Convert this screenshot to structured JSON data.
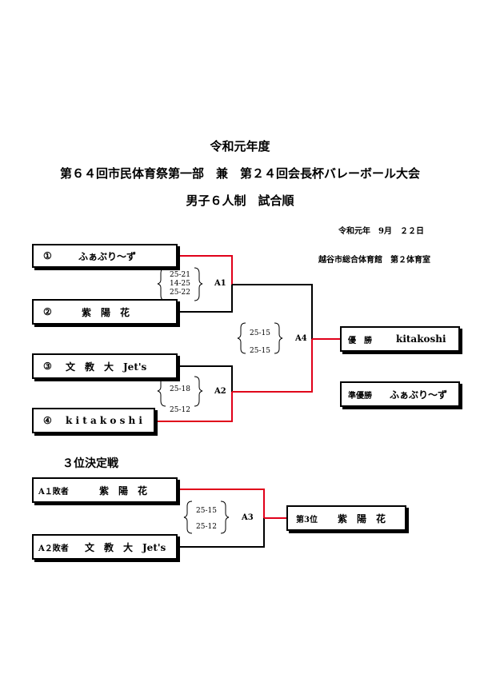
{
  "header": {
    "line1": "令和元年度",
    "line2": "第６４回市民体育祭第一部　兼　第２４回会長杯バレーボール大会",
    "line3": "男子６人制　試合順",
    "date": "令和元年　9月　２２日",
    "venue": "越谷市総合体育館　第２体育室"
  },
  "teams": [
    {
      "num": "①",
      "name": "ふぁぶり～ず"
    },
    {
      "num": "②",
      "name": "紫　陽　花"
    },
    {
      "num": "③",
      "name": "文　教　大　Jet's"
    },
    {
      "num": "④",
      "name": "k i t a k o s h i"
    }
  ],
  "matches": {
    "a1": {
      "label": "A1",
      "scores": [
        "25-21",
        "14-25",
        "25-22"
      ]
    },
    "a2": {
      "label": "A2",
      "scores": [
        "25-18",
        "25-12"
      ]
    },
    "a4": {
      "label": "A4",
      "scores": [
        "25-15",
        "25-15"
      ]
    },
    "a3": {
      "label": "A3",
      "scores": [
        "25-15",
        "25-12"
      ]
    }
  },
  "results": {
    "champion_label": "優　勝",
    "champion": "kitakoshi",
    "runner_up_label": "準優勝",
    "runner_up": "ふぁぶり～ず"
  },
  "third_place": {
    "title": "３位決定戦",
    "a1_loser_label": "A１敗者",
    "a1_loser": "紫　陽　花",
    "a2_loser_label": "A２敗者",
    "a2_loser": "文　教　大　Jet's",
    "winner_label": "第3位",
    "winner": "紫　陽　花"
  },
  "colors": {
    "winner_line": "#e0001a",
    "line": "#000000"
  }
}
